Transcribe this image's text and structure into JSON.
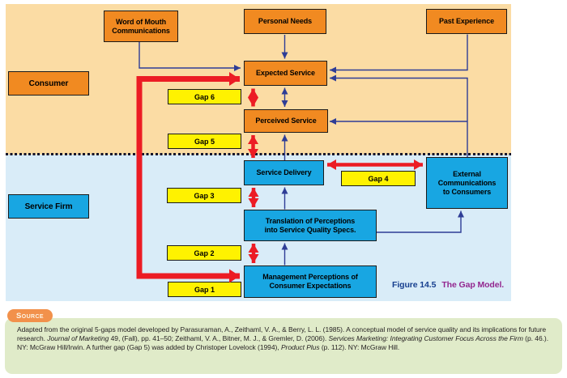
{
  "figure": {
    "label": "Figure 14.5",
    "title": "The Gap Model."
  },
  "regions": {
    "consumer": "Consumer",
    "service_firm": "Service Firm"
  },
  "nodes": {
    "word_of_mouth": "Word of Mouth\nCommunications",
    "personal_needs": "Personal Needs",
    "past_experience": "Past Experience",
    "expected_service": "Expected Service",
    "perceived_service": "Perceived Service",
    "service_delivery": "Service Delivery",
    "external_communications": "External\nCommunications\nto Consumers",
    "translation": "Translation of Perceptions\ninto Service Quality Specs.",
    "management": "Management Perceptions of\nConsumer Expectations"
  },
  "gaps": {
    "gap1": "Gap 1",
    "gap2": "Gap 2",
    "gap3": "Gap 3",
    "gap4": "Gap 4",
    "gap5": "Gap 5",
    "gap6": "Gap 6"
  },
  "source": {
    "tag": "Source",
    "segments": [
      {
        "text": "Adapted from the original 5-gaps model developed by Parasuraman, A., Zeithaml, V. A., & Berry, L. L. (1985). A conceptual model of service quality and its implications for future research. ",
        "italic": false
      },
      {
        "text": "Journal of Marketing",
        "italic": true
      },
      {
        "text": " 49, (Fall), pp. 41–50; Zeithaml, V. A., Bitner, M. J., & Gremler, D. (2006). ",
        "italic": false
      },
      {
        "text": "Services Marketing: Integrating Customer Focus Across the Firm",
        "italic": true
      },
      {
        "text": " (p. 46.). NY: McGraw Hill/Irwin. A further gap (Gap 5) was added by Christoper Lovelock (1994), ",
        "italic": false
      },
      {
        "text": "Product Plus",
        "italic": true
      },
      {
        "text": " (p. 112). NY: McGraw Hill.",
        "italic": false
      }
    ]
  },
  "colors": {
    "consumer_region_bg": "#FBDCA4",
    "service_firm_region_bg": "#D9ECF8",
    "orange_node": "#F18A21",
    "blue_node": "#18A6E2",
    "gap_yellow": "#FFF200",
    "red_arrow": "#EC1C24",
    "blue_arrow": "#2E3D96",
    "figure_label_navy": "#173F8F",
    "figure_title_purple": "#93278F",
    "source_bg": "#E0EBC9",
    "source_tag_bg": "#F2914B"
  }
}
